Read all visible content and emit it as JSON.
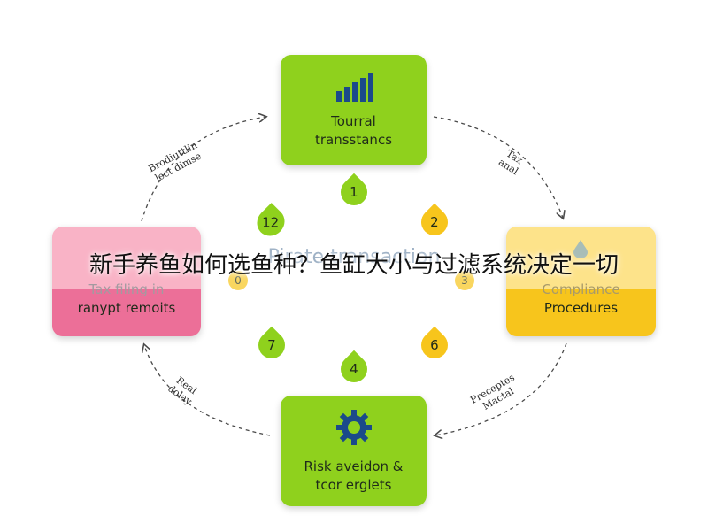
{
  "overlay_title": "新手养鱼如何选鱼种？鱼缸大小与过滤系统决定一切",
  "center": {
    "text": "Pirate transaction"
  },
  "nodes": {
    "top": {
      "line1": "Tourral",
      "line2": "transstancs",
      "icon": "bar-chart-icon"
    },
    "right": {
      "line1": "Compliance",
      "line2": "Procedures",
      "icon": "droplet-icon"
    },
    "bottom": {
      "line1": "Risk aveidon &",
      "line2": "tcor erglets",
      "icon": "gear-icon"
    },
    "left": {
      "line1": "Tax filing in",
      "line2": "ranypt remoits"
    }
  },
  "badges": {
    "b1": "1",
    "b2": "2",
    "b12": "12",
    "b7": "7",
    "b6": "6",
    "b4": "4",
    "b3": "3",
    "b0": "0"
  },
  "flow_labels": {
    "top_left": {
      "line1": "Brodiuttlin",
      "line2": "lect dimse"
    },
    "top_right": {
      "line1": "Tax",
      "line2": "anal"
    },
    "bottom_left": {
      "line1": "Real",
      "line2": "dolay"
    },
    "bottom_right": {
      "line1": "Preceptes",
      "line2": "Mactal"
    }
  },
  "colors": {
    "green": "#8fd11d",
    "pink": "#ec6f98",
    "yellow": "#f7c51c",
    "icon_blue": "#1b4a8a"
  }
}
